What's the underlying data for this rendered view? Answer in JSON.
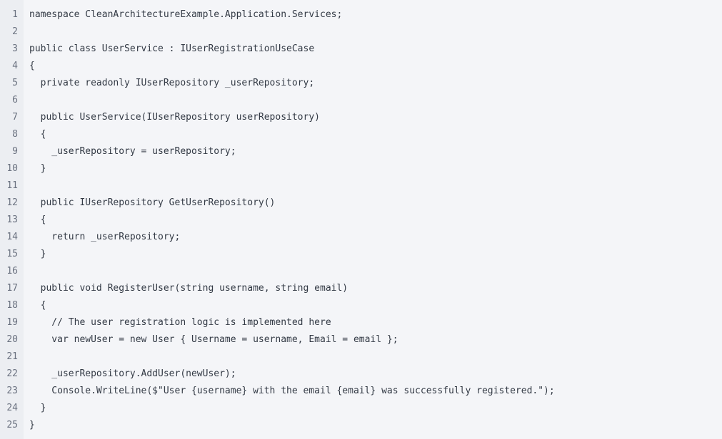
{
  "code": {
    "lines": [
      {
        "num": "1",
        "text": "namespace CleanArchitectureExample.Application.Services;"
      },
      {
        "num": "2",
        "text": ""
      },
      {
        "num": "3",
        "text": "public class UserService : IUserRegistrationUseCase"
      },
      {
        "num": "4",
        "text": "{"
      },
      {
        "num": "5",
        "text": "  private readonly IUserRepository _userRepository;"
      },
      {
        "num": "6",
        "text": ""
      },
      {
        "num": "7",
        "text": "  public UserService(IUserRepository userRepository)"
      },
      {
        "num": "8",
        "text": "  {"
      },
      {
        "num": "9",
        "text": "    _userRepository = userRepository;"
      },
      {
        "num": "10",
        "text": "  }"
      },
      {
        "num": "11",
        "text": ""
      },
      {
        "num": "12",
        "text": "  public IUserRepository GetUserRepository()"
      },
      {
        "num": "13",
        "text": "  {"
      },
      {
        "num": "14",
        "text": "    return _userRepository;"
      },
      {
        "num": "15",
        "text": "  }"
      },
      {
        "num": "16",
        "text": ""
      },
      {
        "num": "17",
        "text": "  public void RegisterUser(string username, string email)"
      },
      {
        "num": "18",
        "text": "  {"
      },
      {
        "num": "19",
        "text": "    // The user registration logic is implemented here"
      },
      {
        "num": "20",
        "text": "    var newUser = new User { Username = username, Email = email };"
      },
      {
        "num": "21",
        "text": ""
      },
      {
        "num": "22",
        "text": "    _userRepository.AddUser(newUser);"
      },
      {
        "num": "23",
        "text": "    Console.WriteLine($\"User {username} with the email {email} was successfully registered.\");"
      },
      {
        "num": "24",
        "text": "  }"
      },
      {
        "num": "25",
        "text": "}"
      }
    ]
  }
}
